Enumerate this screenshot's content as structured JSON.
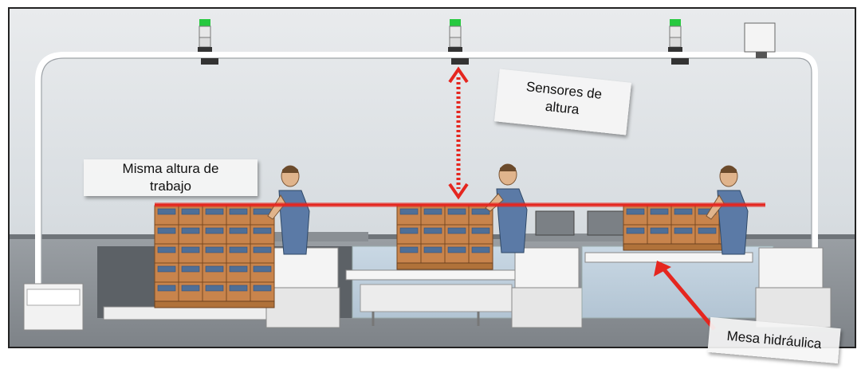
{
  "labels": {
    "sensors_line1": "Sensores de",
    "sensors_line2": "altura",
    "work_height_line1": "Misma altura de",
    "work_height_line2": "trabajo",
    "hydraulic_table": "Mesa hidráulica"
  },
  "colors": {
    "annotation_red": "#e5261f",
    "signal_green": "#27c93f",
    "box_brown": "#c8844c",
    "shirt_blue": "#5b7aa6"
  },
  "icons": [
    "sensor-tower-icon",
    "worker-icon",
    "pallet-box-icon",
    "control-box-icon"
  ]
}
